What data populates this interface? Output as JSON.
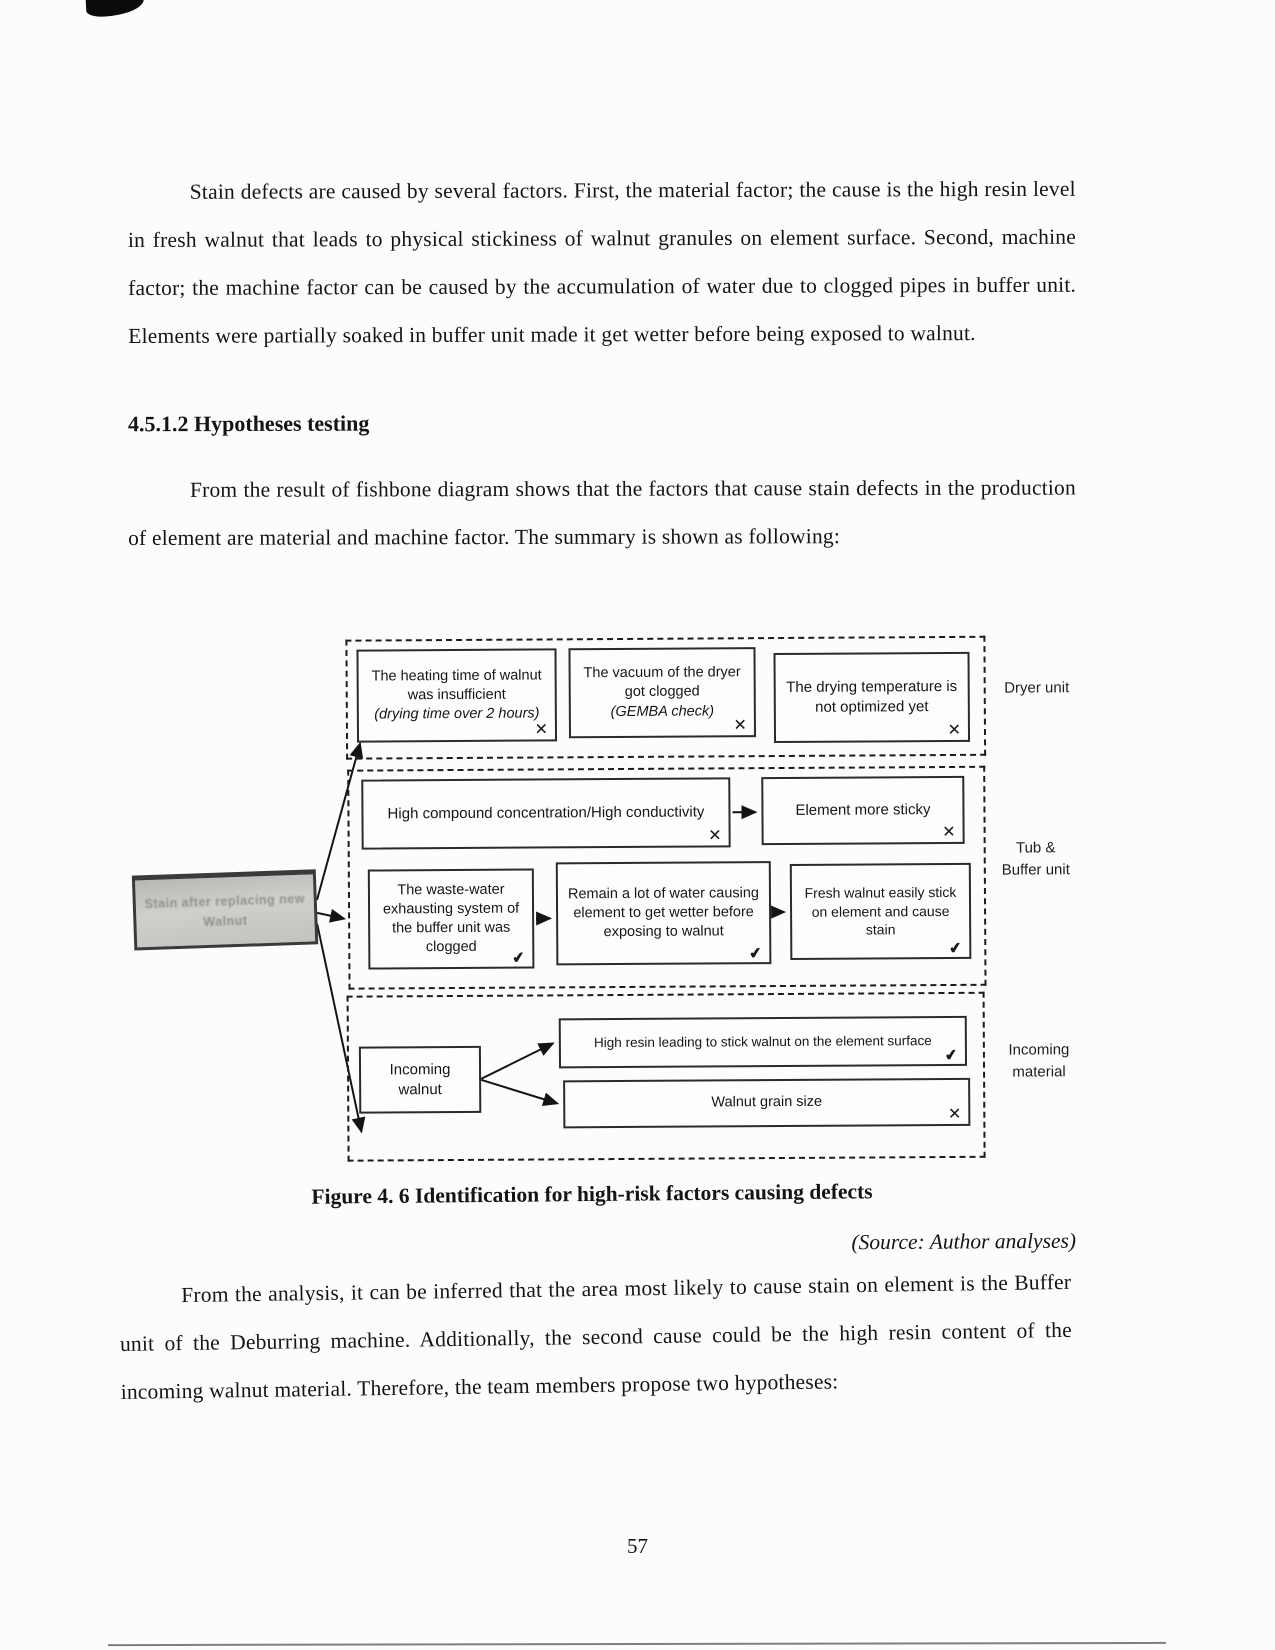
{
  "document": {
    "paragraph1": "Stain defects are caused by several factors. First, the material factor; the cause is the high resin level in fresh walnut that leads to physical stickiness of walnut granules on element surface. Second, machine factor; the machine factor can be caused by the accumulation of water due to clogged pipes in buffer unit. Elements were partially soaked in buffer unit made it get wetter before being exposed to walnut.",
    "heading": "4.5.1.2 Hypotheses testing",
    "paragraph2": "From the result of fishbone diagram shows that the factors that cause stain defects in the production of element are material and machine factor. The summary is shown as following:",
    "figure_caption": "Figure 4. 6 Identification for high-risk factors causing defects",
    "figure_source": "(Source: Author analyses)",
    "paragraph3": "From the analysis, it can be inferred that the area most likely to cause stain on element is the Buffer unit of the Deburring machine. Additionally, the second cause could be the high resin content of the incoming walnut material. Therefore, the team members propose two hypotheses:",
    "page_number": "57"
  },
  "diagram": {
    "root": {
      "line1": "Stain after replacing new",
      "line2": "Walnut"
    },
    "dryer": {
      "label": "Dryer unit",
      "box_heating": {
        "text": "The heating time of walnut was insufficient",
        "note": "(drying time over 2 hours)",
        "mark": "✕"
      },
      "box_vacuum": {
        "text": "The vacuum of the dryer got clogged",
        "note": "(GEMBA check)",
        "mark": "✕"
      },
      "box_temp": {
        "text": "The drying temperature is not optimized yet",
        "mark": "✕"
      }
    },
    "buffer": {
      "label_line1": "Tub &",
      "label_line2": "Buffer unit",
      "box_compound": {
        "text": "High compound concentration/High conductivity",
        "mark": "✕"
      },
      "box_sticky": {
        "text": "Element more sticky",
        "mark": "✕"
      },
      "box_waste": {
        "text": "The waste-water exhausting system of the buffer unit was clogged",
        "mark": "✔"
      },
      "box_water": {
        "text": "Remain a lot of water causing element to get wetter before exposing to walnut",
        "mark": "✔"
      },
      "box_fresh": {
        "text": "Fresh walnut easily stick on element and cause stain",
        "mark": "✔"
      }
    },
    "incoming": {
      "label_line1": "Incoming",
      "label_line2": "material",
      "box_source": {
        "line1": "Incoming",
        "line2": "walnut"
      },
      "box_resin": {
        "text": "High resin leading to stick walnut on the element surface",
        "mark": "✔"
      },
      "box_grain": {
        "text": "Walnut grain size",
        "mark": "✕"
      }
    }
  }
}
